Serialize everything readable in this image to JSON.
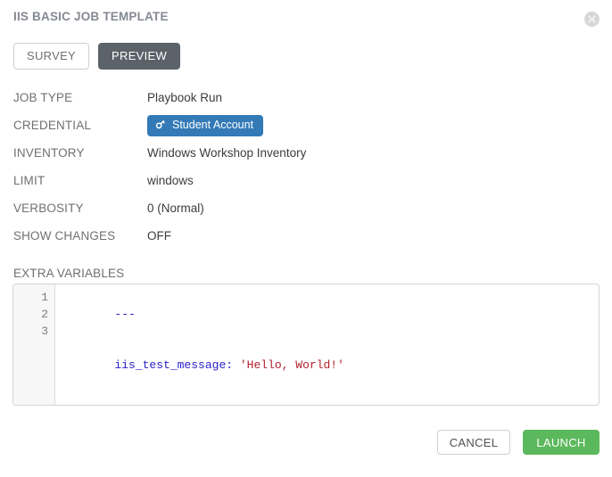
{
  "modal": {
    "title": "IIS BASIC JOB TEMPLATE",
    "close_icon": "close-circle-icon"
  },
  "tabs": [
    {
      "label": "SURVEY",
      "active": false
    },
    {
      "label": "PREVIEW",
      "active": true
    }
  ],
  "details": [
    {
      "label": "JOB TYPE",
      "value": "Playbook Run"
    },
    {
      "label": "CREDENTIAL",
      "value": "Student Account",
      "badge": true,
      "icon": "key-icon"
    },
    {
      "label": "INVENTORY",
      "value": "Windows Workshop Inventory"
    },
    {
      "label": "LIMIT",
      "value": "windows"
    },
    {
      "label": "VERBOSITY",
      "value": "0 (Normal)"
    },
    {
      "label": "SHOW CHANGES",
      "value": "OFF"
    }
  ],
  "extra_variables": {
    "label": "EXTRA VARIABLES",
    "line_numbers": [
      "1",
      "2",
      "3"
    ],
    "lines": [
      {
        "tokens": [
          {
            "type": "meta",
            "text": "---"
          }
        ]
      },
      {
        "tokens": [
          {
            "type": "key",
            "text": "iis_test_message"
          },
          {
            "type": "punct",
            "text": ":"
          },
          {
            "type": "plain",
            "text": " "
          },
          {
            "type": "str",
            "text": "'Hello, World!'"
          }
        ]
      },
      {
        "tokens": []
      }
    ],
    "raw": "---\niis_test_message: 'Hello, World!'\n"
  },
  "footer": {
    "cancel_label": "CANCEL",
    "launch_label": "LAUNCH"
  },
  "colors": {
    "tab_active_bg": "#5b6269",
    "badge_bg": "#337ab7",
    "launch_bg": "#5cb85c",
    "label_text": "#707070",
    "value_text": "#3c3c3c",
    "code_key": "#2b22c8",
    "code_string": "#b21e2b"
  }
}
